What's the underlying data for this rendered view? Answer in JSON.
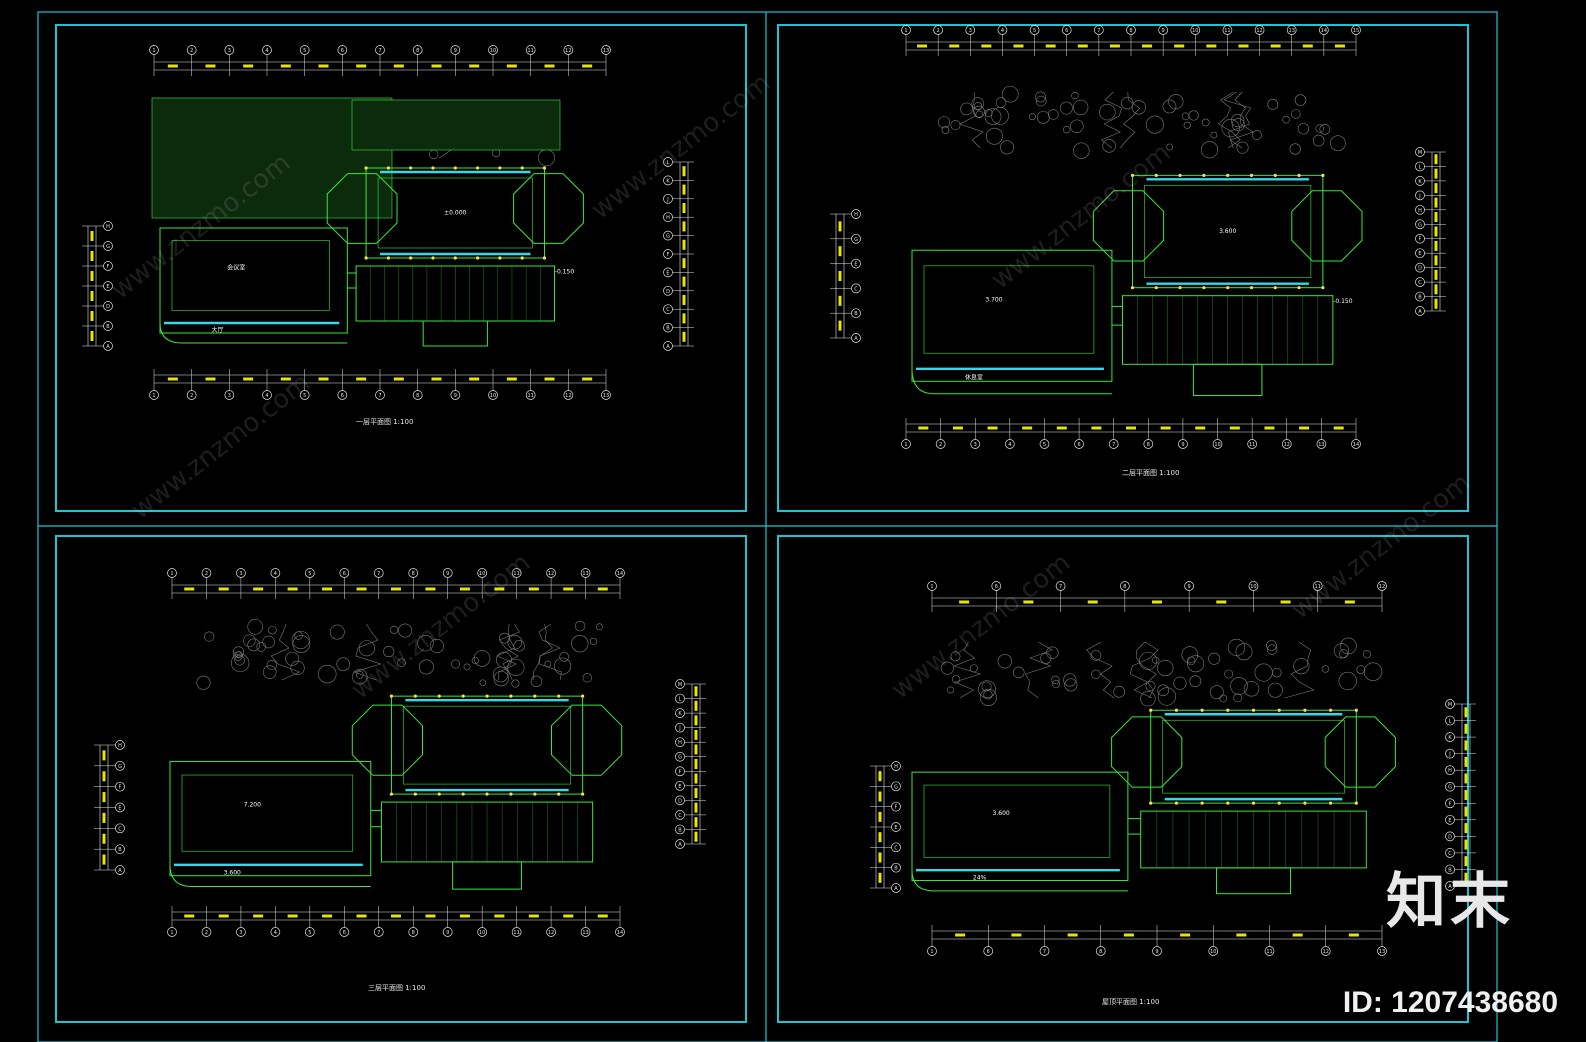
{
  "colors": {
    "background": "#000000",
    "frame": "#19c6d6",
    "wall": "#39e639",
    "wall_highlight": "#35d8e8",
    "dimension": "#e6e6e6",
    "dimension_text": "#e6e600",
    "landscape": "#9a9a9a",
    "text": "#ffffff",
    "watermark": "#e8e8e8"
  },
  "sheets": [
    {
      "id": "sheet-1",
      "title": "一层平面图 1:100",
      "top_axes": [
        "1",
        "2",
        "3",
        "4",
        "5",
        "6",
        "7",
        "8",
        "9",
        "10",
        "11",
        "12",
        "13"
      ],
      "bottom_axes": [
        "1",
        "2",
        "3",
        "4",
        "5",
        "6",
        "7",
        "8",
        "9",
        "10",
        "11",
        "12",
        "13"
      ],
      "right_axes": [
        "L",
        "K",
        "J",
        "H",
        "G",
        "F",
        "E",
        "D",
        "C",
        "B",
        "A"
      ],
      "left_axes": [
        "H",
        "G",
        "F",
        "E",
        "D",
        "B",
        "A"
      ],
      "labels": [
        "会议室",
        "大厅",
        "±0.000",
        "-0.150"
      ]
    },
    {
      "id": "sheet-2",
      "title": "二层平面图 1:100",
      "top_axes": [
        "1",
        "2",
        "3",
        "4",
        "5",
        "6",
        "7",
        "8",
        "9",
        "10",
        "11",
        "12",
        "13",
        "14",
        "15"
      ],
      "bottom_axes": [
        "1",
        "2",
        "3",
        "4",
        "5",
        "6",
        "7",
        "8",
        "9",
        "10",
        "11",
        "12",
        "13",
        "14"
      ],
      "right_axes": [
        "M",
        "L",
        "K",
        "J",
        "H",
        "G",
        "F",
        "E",
        "D",
        "C",
        "B",
        "A"
      ],
      "left_axes": [
        "H",
        "G",
        "E",
        "C",
        "B",
        "A"
      ],
      "labels": [
        "3.700",
        "休息室",
        "3.600",
        "-0.150"
      ]
    },
    {
      "id": "sheet-3",
      "title": "三层平面图 1:100",
      "top_axes": [
        "1",
        "2",
        "3",
        "4",
        "5",
        "6",
        "7",
        "8",
        "9",
        "10",
        "11",
        "12",
        "13",
        "14"
      ],
      "bottom_axes": [
        "1",
        "2",
        "3",
        "4",
        "5",
        "6",
        "7",
        "8",
        "9",
        "10",
        "11",
        "12",
        "13",
        "14"
      ],
      "right_axes": [
        "M",
        "L",
        "K",
        "J",
        "H",
        "G",
        "F",
        "E",
        "D",
        "C",
        "B",
        "A"
      ],
      "left_axes": [
        "H",
        "G",
        "F",
        "E",
        "C",
        "B",
        "A"
      ],
      "labels": [
        "7.200",
        "3.600"
      ]
    },
    {
      "id": "sheet-4",
      "title": "屋顶平面图 1:100",
      "top_axes": [
        "1",
        "6",
        "7",
        "8",
        "9",
        "10",
        "11",
        "12"
      ],
      "bottom_axes": [
        "1",
        "6",
        "7",
        "8",
        "9",
        "10",
        "11",
        "12",
        "13"
      ],
      "right_axes": [
        "M",
        "L",
        "K",
        "J",
        "H",
        "G",
        "F",
        "E",
        "D",
        "C",
        "B",
        "A"
      ],
      "left_axes": [
        "H",
        "G",
        "F",
        "E",
        "C",
        "B",
        "A"
      ],
      "labels": [
        "3.600",
        "24%"
      ]
    }
  ],
  "watermark": {
    "logo": "知末",
    "id_text": "ID: 1207438680",
    "site": "www.znzmo.com"
  }
}
